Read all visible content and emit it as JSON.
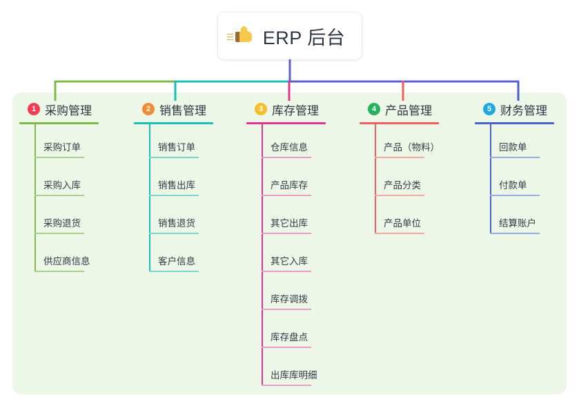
{
  "page": {
    "background": "#ffffff",
    "panel_color": "#edf7e7"
  },
  "root": {
    "icon": "thumbs-up-icon",
    "emoji": "👍",
    "label": "ERP 后台"
  },
  "connectors": {
    "trunk_color": "#5b5fd0",
    "segments": [
      {
        "name": "bar-left-green",
        "color": "#7fb844"
      },
      {
        "name": "bar-mid-teal",
        "color": "#17bfb4"
      },
      {
        "name": "bar-right-blue",
        "color": "#5b5fd0"
      }
    ]
  },
  "columns": [
    {
      "index": "1",
      "badge_label": "1",
      "badge_color": "#f23c50",
      "title": "采购管理",
      "line_color": "#7fb844",
      "leaf_line_color": "#a8cf8a",
      "items": [
        {
          "label": "采购订单"
        },
        {
          "label": "采购入库"
        },
        {
          "label": "采购退货"
        },
        {
          "label": "供应商信息"
        }
      ]
    },
    {
      "index": "2",
      "badge_label": "2",
      "badge_color": "#f08c38",
      "title": "销售管理",
      "line_color": "#17bfb4",
      "leaf_line_color": "#79d5cd",
      "items": [
        {
          "label": "销售订单"
        },
        {
          "label": "销售出库"
        },
        {
          "label": "销售退货"
        },
        {
          "label": "客户信息"
        }
      ]
    },
    {
      "index": "3",
      "badge_label": "3",
      "badge_color": "#f6bd2d",
      "title": "库存管理",
      "line_color": "#e2348f",
      "leaf_line_color": "#eb9ac6",
      "items": [
        {
          "label": "仓库信息"
        },
        {
          "label": "产品库存"
        },
        {
          "label": "其它出库"
        },
        {
          "label": "其它入库"
        },
        {
          "label": "库存调拨"
        },
        {
          "label": "库存盘点"
        },
        {
          "label": "出库库明细"
        }
      ]
    },
    {
      "index": "4",
      "badge_label": "4",
      "badge_color": "#23b261",
      "title": "产品管理",
      "line_color": "#f25c5c",
      "leaf_line_color": "#f4a6a0",
      "items": [
        {
          "label": "产品（物料）"
        },
        {
          "label": "产品分类"
        },
        {
          "label": "产品单位"
        }
      ]
    },
    {
      "index": "5",
      "badge_label": "5",
      "badge_color": "#22a8e0",
      "title": "财务管理",
      "line_color": "#4a5fcc",
      "leaf_line_color": "#96aae4",
      "items": [
        {
          "label": "回款单"
        },
        {
          "label": "付款单"
        },
        {
          "label": "结算账户"
        }
      ]
    }
  ]
}
